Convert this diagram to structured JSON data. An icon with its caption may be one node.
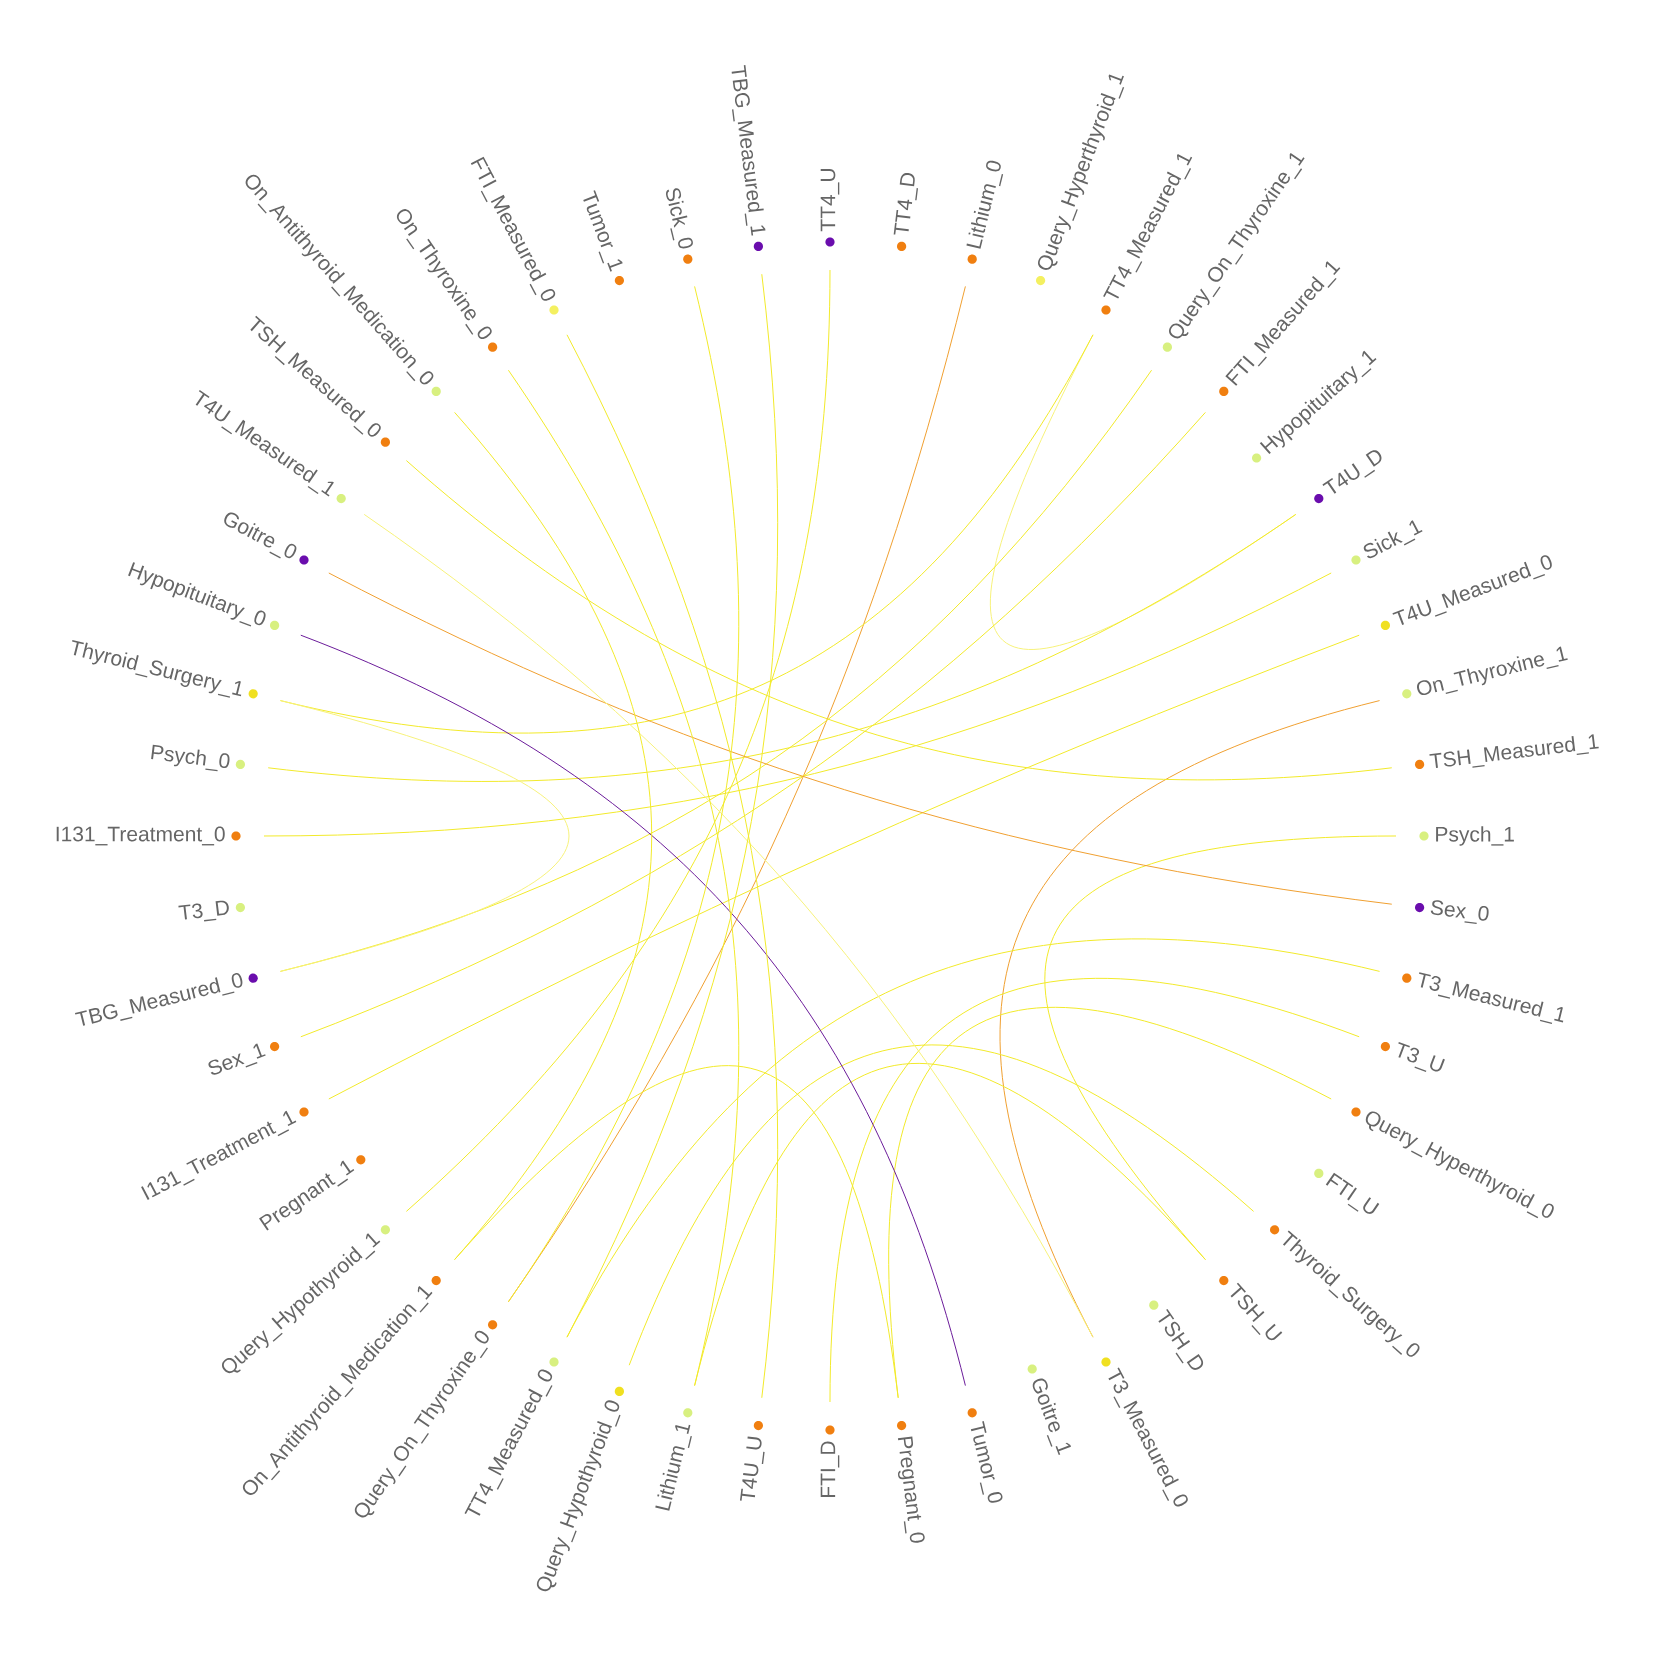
{
  "diagram": {
    "nodes": [
      {
        "text": [
          "TT4_U"
        ]
      },
      {
        "text": [
          "TT4_D"
        ]
      },
      {
        "text": [
          "Lithium_0"
        ]
      },
      {
        "text": [
          "Query_Hyperthyroid_1"
        ]
      },
      {
        "text": [
          "TT4_Measured_1"
        ]
      },
      {
        "text": [
          "Query_On_Thyroxine_1"
        ]
      },
      {
        "text": [
          "FTI_Measured_1"
        ]
      },
      {
        "text": [
          "Hypopituitary_1"
        ]
      },
      {
        "text": [
          "T4U_D"
        ]
      },
      {
        "text": [
          "Sick_1"
        ]
      },
      {
        "text": [
          "T4U_Measured_0"
        ]
      },
      {
        "text": [
          "On_Thyroxine_1"
        ]
      },
      {
        "text": [
          "TSH_Measured_1"
        ]
      },
      {
        "text": [
          "Psych_1"
        ]
      },
      {
        "text": [
          "Sex_0"
        ]
      },
      {
        "text": [
          "T3_Measured_1"
        ]
      },
      {
        "text": [
          "T3_U"
        ]
      },
      {
        "text": [
          "Query_Hyperthyroid_0"
        ]
      },
      {
        "text": [
          "FTI_U"
        ]
      },
      {
        "text": [
          "Thyroid_Surgery_0"
        ]
      },
      {
        "text": [
          "TSH_U"
        ]
      },
      {
        "text": [
          "TSH_D"
        ]
      },
      {
        "text": [
          "T3_Measured_0"
        ]
      },
      {
        "text": [
          "Goitre_1"
        ]
      },
      {
        "text": [
          "Tumor_0"
        ]
      },
      {
        "text": [
          "Pregnant_0"
        ]
      },
      {
        "text": [
          "FTI_D"
        ]
      },
      {
        "text": [
          "T4U_U"
        ]
      },
      {
        "text": [
          "Lithium_1"
        ]
      },
      {
        "text": [
          "Query_Hypothyroid_0"
        ]
      },
      {
        "text": [
          "TT4_Measured_0"
        ]
      },
      {
        "text": [
          "Query_On_Thyroxine_0"
        ]
      },
      {
        "text": [
          "On_Antithyroid_Medication_1"
        ]
      },
      {
        "text": [
          "Query_Hypothyroid_1"
        ]
      },
      {
        "text": [
          "Pregnant_1"
        ]
      },
      {
        "text": [
          "I131_Treatment_1"
        ]
      },
      {
        "text": [
          "Sex_1"
        ]
      },
      {
        "text": [
          "TBG_Measured_0"
        ]
      },
      {
        "text": [
          "T3_D"
        ]
      },
      {
        "text": [
          "I131_Treatment_0"
        ]
      },
      {
        "text": [
          "Psych_0"
        ]
      },
      {
        "text": [
          "Thyroid_Surgery_1"
        ]
      },
      {
        "text": [
          "Hypopituitary_0"
        ]
      },
      {
        "text": [
          "Goitre_0"
        ]
      },
      {
        "text": [
          "T4U_Measured_1"
        ]
      },
      {
        "text": [
          "TSH_Measured_0"
        ]
      },
      {
        "text": [
          "On_Antithyroid_Medication_0"
        ]
      },
      {
        "text": [
          "On_Thyroxine_0"
        ]
      },
      {
        "text": [
          "FTI_Measured_0"
        ]
      },
      {
        "text": [
          "Tumor_1"
        ]
      },
      {
        "text": [
          "Sick_0"
        ]
      },
      {
        "text": [
          "TBG_Measured_1"
        ]
      }
    ]
  }
}
